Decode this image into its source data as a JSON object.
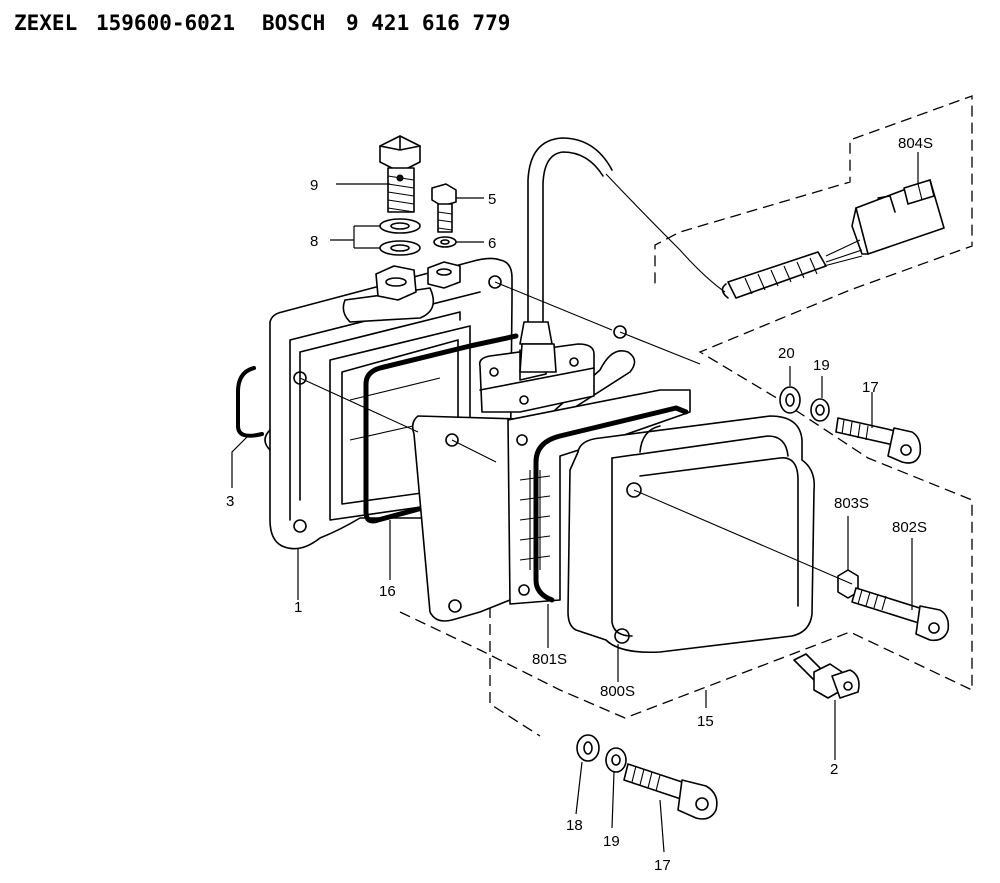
{
  "header": {
    "brand1": "ZEXEL",
    "part1": "159600-6021",
    "brand2": "BOSCH",
    "part2": "9 421 616 779"
  },
  "callouts": {
    "c1": "1",
    "c2": "2",
    "c3": "3",
    "c5": "5",
    "c6": "6",
    "c8": "8",
    "c9": "9",
    "c15": "15",
    "c16": "16",
    "c17a": "17",
    "c17b": "17",
    "c18": "18",
    "c19a": "19",
    "c19b": "19",
    "c20": "20",
    "c800s": "800S",
    "c801s": "801S",
    "c802s": "802S",
    "c803s": "803S",
    "c804s": "804S"
  }
}
